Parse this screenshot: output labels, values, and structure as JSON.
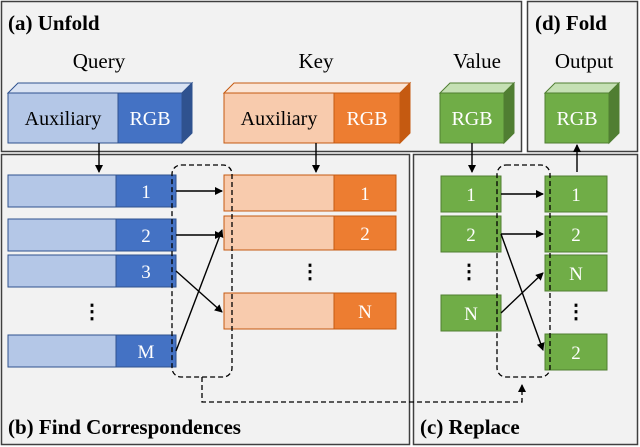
{
  "panels": {
    "unfold": "(a) Unfold",
    "fold": "(d) Fold",
    "find": "(b) Find Correspondences",
    "replace": "(c) Replace"
  },
  "tensors": {
    "query": {
      "header": "Query",
      "aux": "Auxiliary",
      "rgb": "RGB"
    },
    "key": {
      "header": "Key",
      "aux": "Auxiliary",
      "rgb": "RGB"
    },
    "value": {
      "header": "Value",
      "rgb": "RGB"
    },
    "output": {
      "header": "Output",
      "rgb": "RGB"
    }
  },
  "query_rows": [
    "1",
    "2",
    "3",
    "M"
  ],
  "key_rows": [
    "1",
    "2",
    "N"
  ],
  "value_rows": [
    "1",
    "2",
    "N"
  ],
  "output_rows": [
    "1",
    "2",
    "N",
    "2"
  ],
  "ellipsis": "⋮",
  "colors": {
    "query_aux": "#b4c7e7",
    "query_rgb": "#4472c4",
    "key_aux": "#f8cbad",
    "key_rgb": "#ed7d31",
    "value_rgb": "#70ad47",
    "panel_bg": "#f2f2f2"
  }
}
